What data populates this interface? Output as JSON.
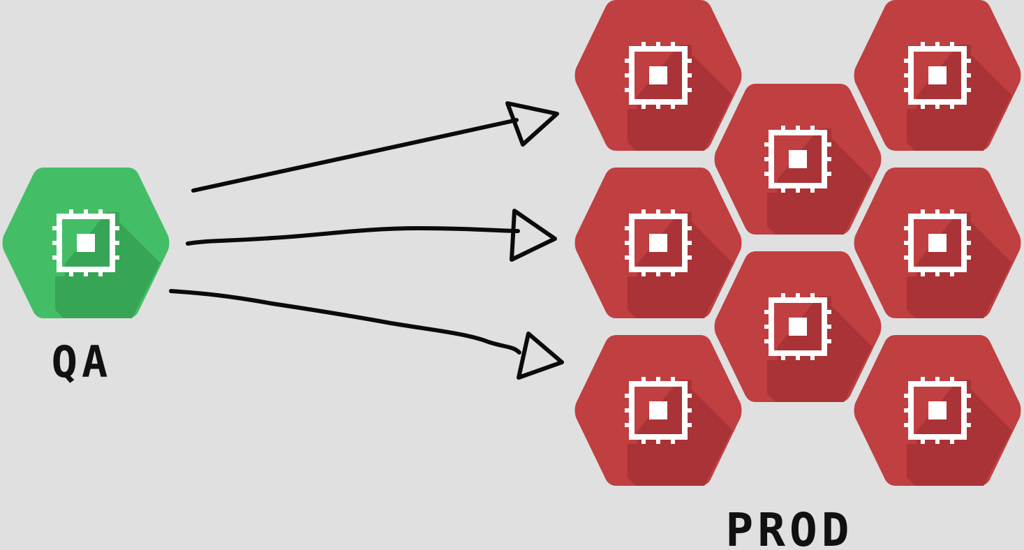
{
  "diagram": {
    "background": "#e0e0e0",
    "source": {
      "label": "QA",
      "color": "#43be67",
      "shadow": "#36a656",
      "icon": "cpu-chip-icon"
    },
    "target": {
      "label": "PROD",
      "color": "#c03f41",
      "shadow": "#a93336",
      "icon": "cpu-chip-icon",
      "node_count": 8
    },
    "arrows": 3,
    "ink_color": "#0b0b0b"
  }
}
